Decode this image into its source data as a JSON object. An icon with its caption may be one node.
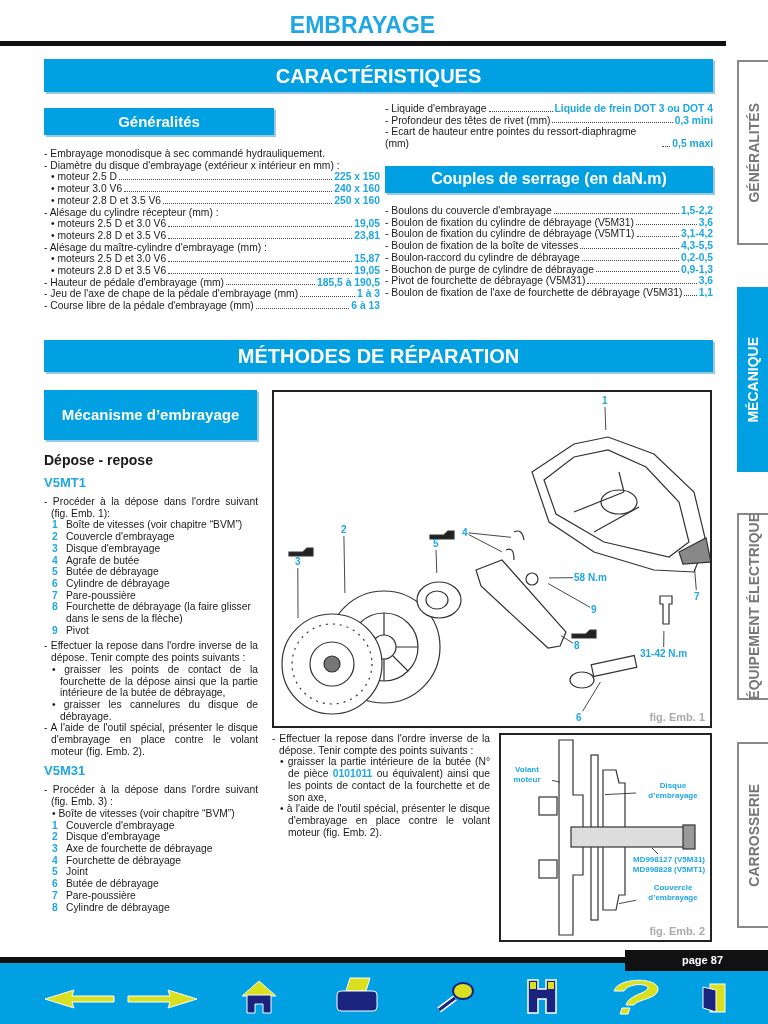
{
  "diagram": {
    "title": "EMBRAYAGE",
    "nodes": [
      {
        "text": [
          "CARACTÉRISTIQUES"
        ]
      },
      {
        "text": [
          "Généralités"
        ]
      },
      {
        "text": [
          "Couples de serrage (en daN.m)"
        ]
      },
      {
        "text": [
          "MÉTHODES DE RÉPARATION"
        ]
      },
      {
        "text": [
          "Mécanisme d’embrayage"
        ]
      },
      {
        "text": [
          "GÉNÉRALITÉS"
        ]
      },
      {
        "text": [
          "MÉCANIQUE"
        ]
      },
      {
        "text": [
          "ÉQUIPEMENT ÉLECTRIQUE"
        ]
      },
      {
        "text": [
          "CARROSSERIE"
        ]
      },
      {
        "text": [
          "fig. Emb. 1"
        ]
      },
      {
        "text": [
          "1"
        ],
        "in": 9
      },
      {
        "text": [
          "2"
        ],
        "in": 9
      },
      {
        "text": [
          "4"
        ],
        "in": 9
      },
      {
        "text": [
          "5"
        ],
        "in": 9
      },
      {
        "text": [
          "3"
        ],
        "in": 9
      },
      {
        "text": [
          "58 N.m"
        ],
        "in": 9
      },
      {
        "text": [
          "7"
        ],
        "in": 9
      },
      {
        "text": [
          "9"
        ],
        "in": 9
      },
      {
        "text": [
          "8"
        ],
        "in": 9
      },
      {
        "text": [
          "31-42 N.m"
        ],
        "in": 9
      },
      {
        "text": [
          "6"
        ],
        "in": 9
      },
      {
        "text": [
          "fig. Emb. 2"
        ]
      },
      {
        "text": [
          "Volant moteur"
        ],
        "in": 21
      },
      {
        "text": [
          "Disque d’embrayage"
        ],
        "in": 21
      },
      {
        "text": [
          "MD998127 (V5M31) MD998828 (V5MT1)"
        ],
        "in": 21
      },
      {
        "text": [
          "Couvercle d’embrayage"
        ],
        "in": 21
      },
      {
        "text": [
          "page 87"
        ]
      }
    ],
    "edges": [
      {
        "from": 10,
        "to": null,
        "arrow": "none"
      },
      {
        "from": 11,
        "to": null,
        "arrow": "none"
      },
      {
        "from": 12,
        "to": null,
        "arrow": "none"
      },
      {
        "from": 12,
        "to": null,
        "arrow": "none"
      },
      {
        "from": 13,
        "to": null,
        "arrow": "none"
      },
      {
        "from": 14,
        "to": null,
        "arrow": "none"
      },
      {
        "from": 15,
        "to": null,
        "arrow": "none"
      },
      {
        "from": 16,
        "to": null,
        "arrow": "none"
      },
      {
        "from": 17,
        "to": null,
        "arrow": "none"
      },
      {
        "from": 18,
        "to": null,
        "arrow": "none"
      },
      {
        "from": 19,
        "to": null,
        "arrow": "none"
      },
      {
        "from": 20,
        "to": null,
        "arrow": "none"
      },
      {
        "from": 22,
        "to": null,
        "arrow": "none"
      },
      {
        "from": 23,
        "to": null,
        "arrow": "none"
      },
      {
        "from": 24,
        "to": null,
        "arrow": "none"
      },
      {
        "from": 25,
        "to": null,
        "arrow": "none"
      }
    ],
    "labels": [
      "- Embrayage monodisque à sec commandé hydrauliquement.",
      "- Diamètre du disque d'embrayage (extérieur x intérieur en mm) :",
      "• moteur 2.5 D",
      "225 x 150",
      "• moteur 3.0 V6",
      "240 x 160",
      "• moteur 2.8 D et 3.5 V6",
      "250 x 160",
      "- Alésage du cylindre récepteur (mm) :",
      "• moteurs 2.5 D et 3.0 V6",
      "19,05",
      "• moteurs 2.8 D et 3.5 V6",
      "23,81",
      "- Alésage du maître-cylindre d'embrayage (mm) :",
      "• moteurs 2.5 D et 3.0 V6",
      "15,87",
      "• moteurs 2.8 D et 3.5 V6",
      "19,05",
      "- Hauteur de pédale d'embrayage (mm)",
      "185,5 à 190,5",
      "- Jeu de l'axe de chape de la pédale d'embrayage (mm)",
      "1 à 3",
      "- Course libre de la pédale d'embrayage (mm)",
      "6 à 13",
      "- Liquide d'embrayage",
      "Liquide de frein DOT 3 ou DOT 4",
      "- Profondeur des têtes de rivet (mm)",
      "0,3 mini",
      "- Ecart de hauteur entre pointes du ressort-diaphragme (mm)",
      "0,5 maxi",
      "- Boulons du couvercle d'embrayage",
      "1,5-2,2",
      "- Boulon de fixation du cylindre de débrayage (V5M31)",
      "3,6",
      "- Boulon de fixation du cylindre de débrayage (V5MT1)",
      "3,1-4,2",
      "- Boulon de fixation de la boîte de vitesses",
      "4,3-5,5",
      "- Boulon-raccord du cylindre de débrayage",
      "0,2-0,5",
      "- Bouchon de purge de cylindre de débrayage",
      "0,9-1,3",
      "- Pivot de fourchette de débrayage (V5M31)",
      "3,6",
      "- Boulon de fixation de l'axe de fourchette de débrayage (V5M31)",
      "1,1",
      "Dépose - repose",
      "V5MT1",
      "- Procéder à la dépose dans l'ordre suivant (fig. Emb. 1):",
      "1",
      "Boîte de vitesses (voir chapitre “BVM”)",
      "2",
      "Couvercle d'embrayage",
      "3",
      "Disque d'embrayage",
      "4",
      "Agrafe de butée",
      "5",
      "Butée de débrayage",
      "6",
      "Cylindre de débrayage",
      "7",
      "Pare-poussière",
      "8",
      "Fourchette de débrayage (la faire glisser dans le sens de la flèche)",
      "9",
      "Pivot",
      "- Effectuer la repose dans l'ordre inverse de la dépose. Tenir compte des points suivants :",
      "• graisser les points de contact de la fourchette de la dépose ainsi que la partie intérieure de la butée de débrayage,",
      "• graisser les cannelures du disque de débrayage.",
      "- A l'aide de l'outil spécial, présenter le disque d'embrayage en place contre le volant moteur (fig. Emb. 2).",
      "V5M31",
      "- Procéder à la dépose dans l'ordre suivant (fig. Emb. 3) :",
      "• Boîte de vitesses (voir chapitre “BVM”)",
      "1",
      "Couvercle d'embrayage",
      "2",
      "Disque d'embrayage",
      "3",
      "Axe de fourchette de débrayage",
      "4",
      "Fourchette de débrayage",
      "5",
      "Joint",
      "6",
      "Butée de débrayage",
      "7",
      "Pare-poussière",
      "8",
      "Cylindre de débrayage",
      "- Effectuer la repose dans l'ordre inverse de la dépose. Tenir compte des points suivants :",
      "• graisser la partie intérieure de la butée (N° de pièce **0101011** ou équivalent) ainsi que les points de contact de la fourchette et de son axe,",
      "• à l'aide de l'outil spécial, présenter le disque d'embrayage en place contre le volant moteur (fig. Emb. 2)."
    ]
  }
}
